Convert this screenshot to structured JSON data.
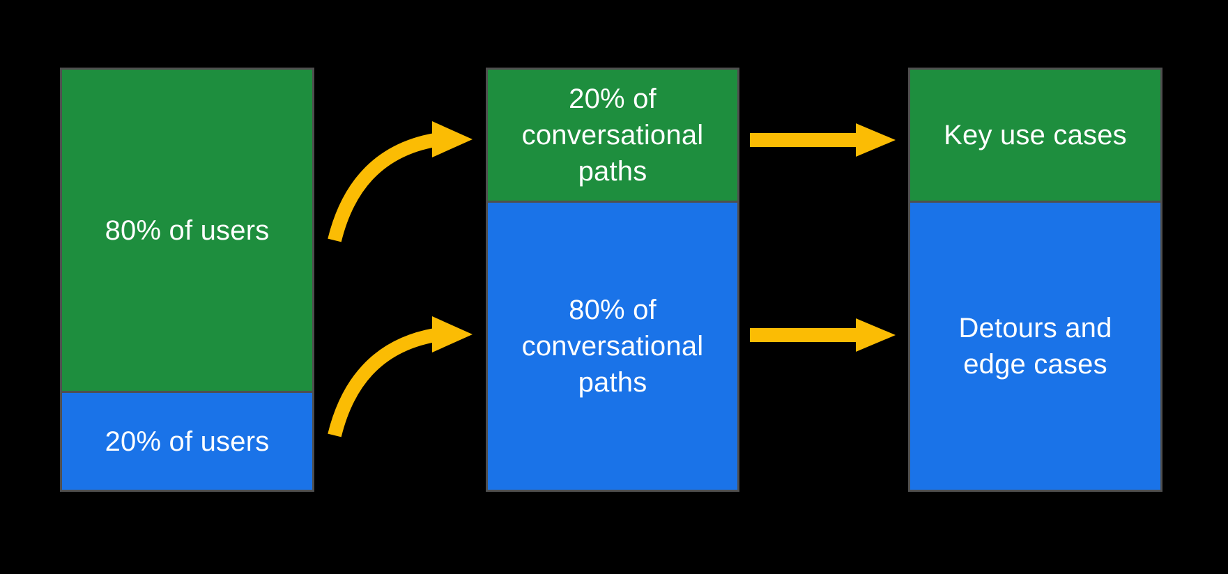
{
  "diagram": {
    "title_hidden": "",
    "background_color": "#000000",
    "bar_border_color": "#4f4f4f",
    "text_color": "#ffffff",
    "palette": {
      "green": "#1e8e3e",
      "blue": "#1a73e8",
      "arrow_yellow": "#fbbc04"
    },
    "columns": [
      {
        "name": "users",
        "segments": [
          {
            "label": "80% of users",
            "color": "#1e8e3e",
            "value_pct": 80,
            "drawn_height_pct": 77
          },
          {
            "label": "20% of users",
            "color": "#1a73e8",
            "value_pct": 20,
            "drawn_height_pct": 23
          }
        ]
      },
      {
        "name": "conversational-paths",
        "segments": [
          {
            "label": "20% of conversational paths",
            "color": "#1e8e3e",
            "value_pct": 20,
            "drawn_height_pct": 31
          },
          {
            "label": "80% of conversational paths",
            "color": "#1a73e8",
            "value_pct": 80,
            "drawn_height_pct": 69
          }
        ]
      },
      {
        "name": "outcomes",
        "segments": [
          {
            "label": "Key use cases",
            "color": "#1e8e3e",
            "drawn_height_pct": 31
          },
          {
            "label": "Detours and edge cases",
            "color": "#1a73e8",
            "drawn_height_pct": 69
          }
        ]
      }
    ],
    "arrows": [
      {
        "name": "curved-arrow-top",
        "style": "curved",
        "color": "#fbbc04",
        "from": "80% of users",
        "to": "20% of conversational paths"
      },
      {
        "name": "curved-arrow-bottom",
        "style": "curved",
        "color": "#fbbc04",
        "from": "20% of users",
        "to": "80% of conversational paths"
      },
      {
        "name": "straight-arrow-top",
        "style": "straight",
        "color": "#fbbc04",
        "from": "20% of conversational paths",
        "to": "Key use cases"
      },
      {
        "name": "straight-arrow-bottom",
        "style": "straight",
        "color": "#fbbc04",
        "from": "80% of conversational paths",
        "to": "Detours and edge cases"
      }
    ]
  }
}
